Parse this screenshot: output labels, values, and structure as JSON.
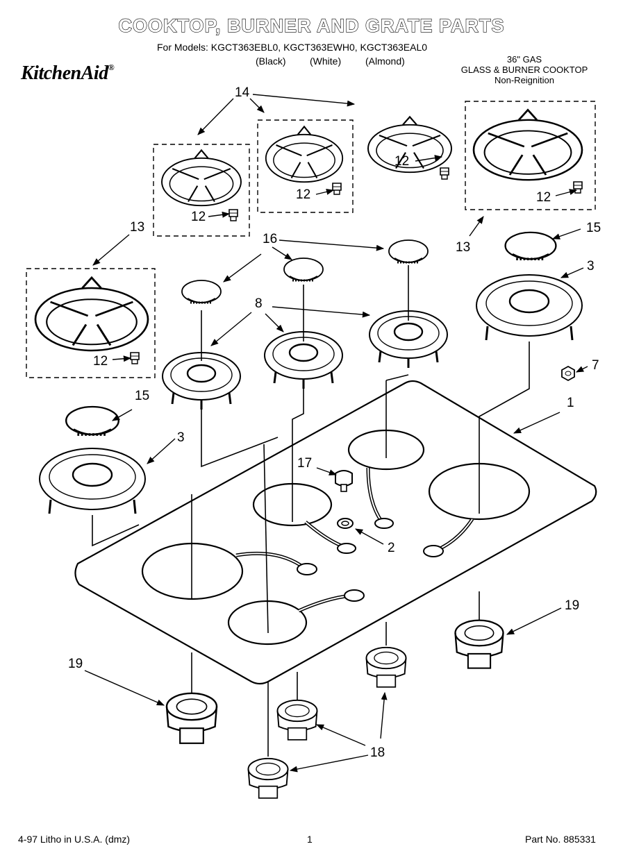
{
  "header": {
    "title": "COOKTOP, BURNER AND GRATE PARTS",
    "models_line": "For Models: KGCT363EBL0, KGCT363EWH0, KGCT363EAL0",
    "colors": [
      "(Black)",
      "(White)",
      "(Almond)"
    ],
    "brand": "KitchenAid",
    "brand_mark": "®",
    "product_size": "36\" GAS",
    "product_type": "GLASS & BURNER COOKTOP",
    "product_note": "Non-Reignition"
  },
  "callouts": {
    "c1": "1",
    "c2": "2",
    "c3a": "3",
    "c3b": "3",
    "c7": "7",
    "c8": "8",
    "c12a": "12",
    "c12b": "12",
    "c12c": "12",
    "c12d": "12",
    "c12e": "12",
    "c13a": "13",
    "c13b": "13",
    "c14": "14",
    "c15a": "15",
    "c15b": "15",
    "c16": "16",
    "c17": "17",
    "c18": "18",
    "c19a": "19",
    "c19b": "19"
  },
  "footer": {
    "litho": "4-97 Litho in U.S.A. (dmz)",
    "page": "1",
    "part_no": "Part No. 885331"
  }
}
